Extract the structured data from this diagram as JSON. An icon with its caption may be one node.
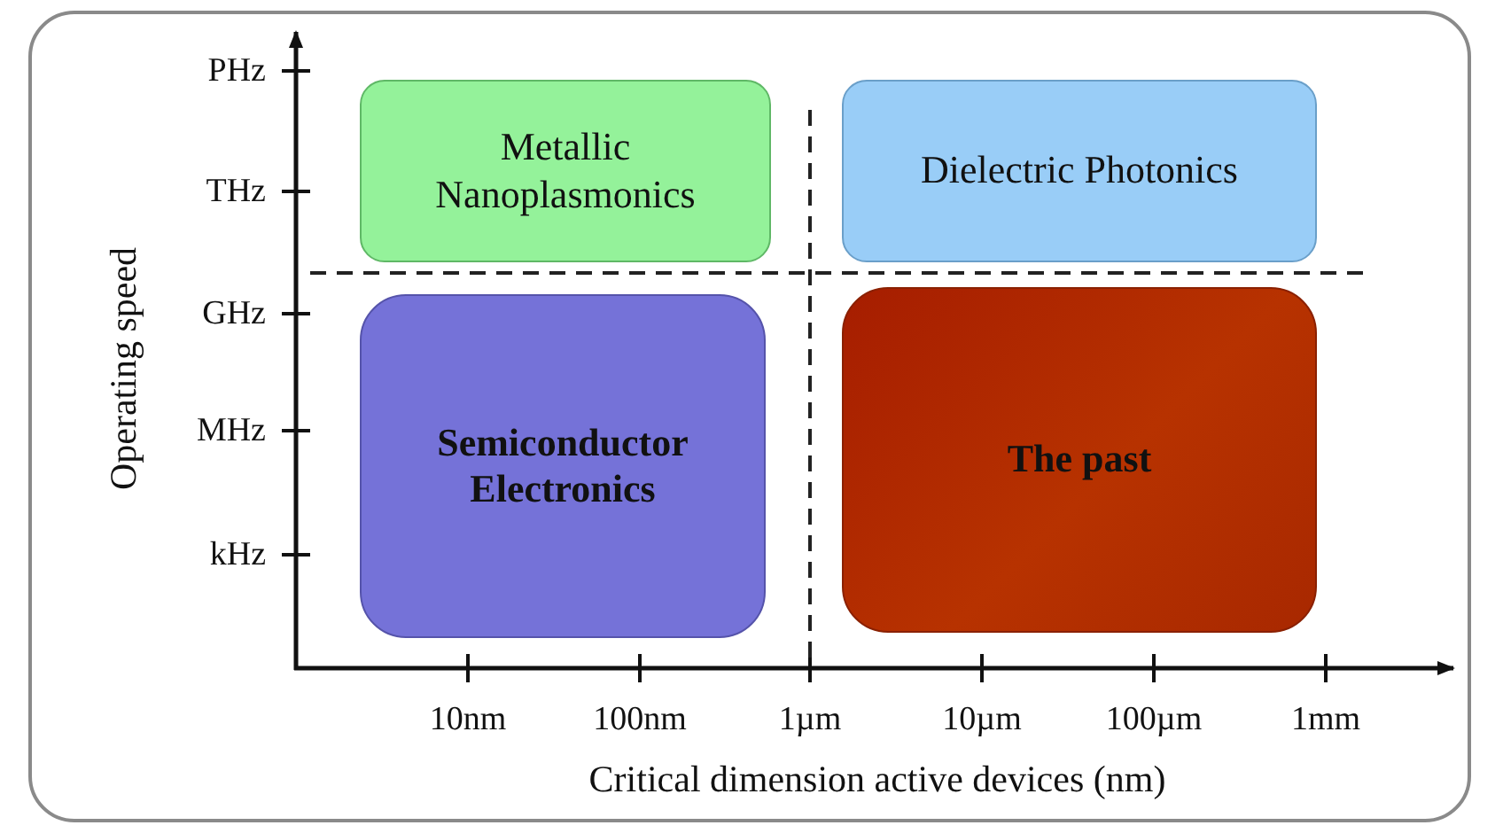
{
  "diagram": {
    "nodes": [
      {
        "text": [
          "Metallic Nanoplasmonics"
        ]
      },
      {
        "text": [
          "Dielectric Photonics"
        ]
      },
      {
        "text": [
          "Semiconductor Electronics"
        ]
      },
      {
        "text": [
          "The past"
        ]
      }
    ],
    "labels": [
      "PHz",
      "THz",
      "GHz",
      "MHz",
      "kHz",
      "Operating speed",
      "10nm",
      "100nm",
      "1µm",
      "10µm",
      "100µm",
      "1mm",
      "Critical dimension active devices (nm)"
    ]
  }
}
